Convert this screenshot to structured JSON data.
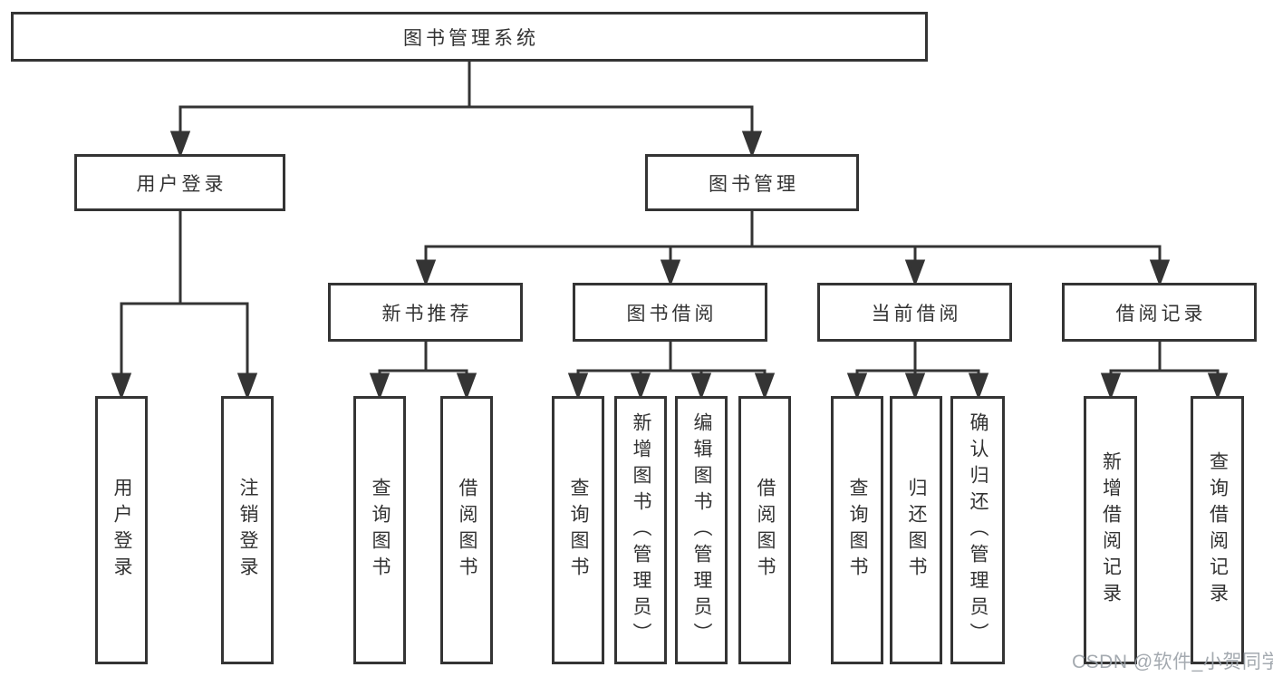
{
  "diagram": {
    "tree": {
      "root": {
        "label": "图书管理系统",
        "children": [
          {
            "label": "用户登录",
            "children": [
              {
                "label": "用户登录"
              },
              {
                "label": "注销登录"
              }
            ]
          },
          {
            "label": "图书管理",
            "children": [
              {
                "label": "新书推荐",
                "children": [
                  {
                    "label": "查询图书"
                  },
                  {
                    "label": "借阅图书"
                  }
                ]
              },
              {
                "label": "图书借阅",
                "children": [
                  {
                    "label": "查询图书"
                  },
                  {
                    "label": "新增图书（管理员）"
                  },
                  {
                    "label": "编辑图书（管理员）"
                  },
                  {
                    "label": "借阅图书"
                  }
                ]
              },
              {
                "label": "当前借阅",
                "children": [
                  {
                    "label": "查询图书"
                  },
                  {
                    "label": "归还图书"
                  },
                  {
                    "label": "确认归还（管理员）"
                  }
                ]
              },
              {
                "label": "借阅记录",
                "children": [
                  {
                    "label": "新增借阅记录"
                  },
                  {
                    "label": "查询借阅记录"
                  }
                ]
              }
            ]
          }
        ]
      }
    },
    "colors": {
      "line": "#343434",
      "box_border": "#343434",
      "text": "#333333",
      "background": "#ffffff"
    }
  },
  "watermark": {
    "text": "CSDN @软件_小贺同学",
    "color": "#9ba1a8"
  }
}
